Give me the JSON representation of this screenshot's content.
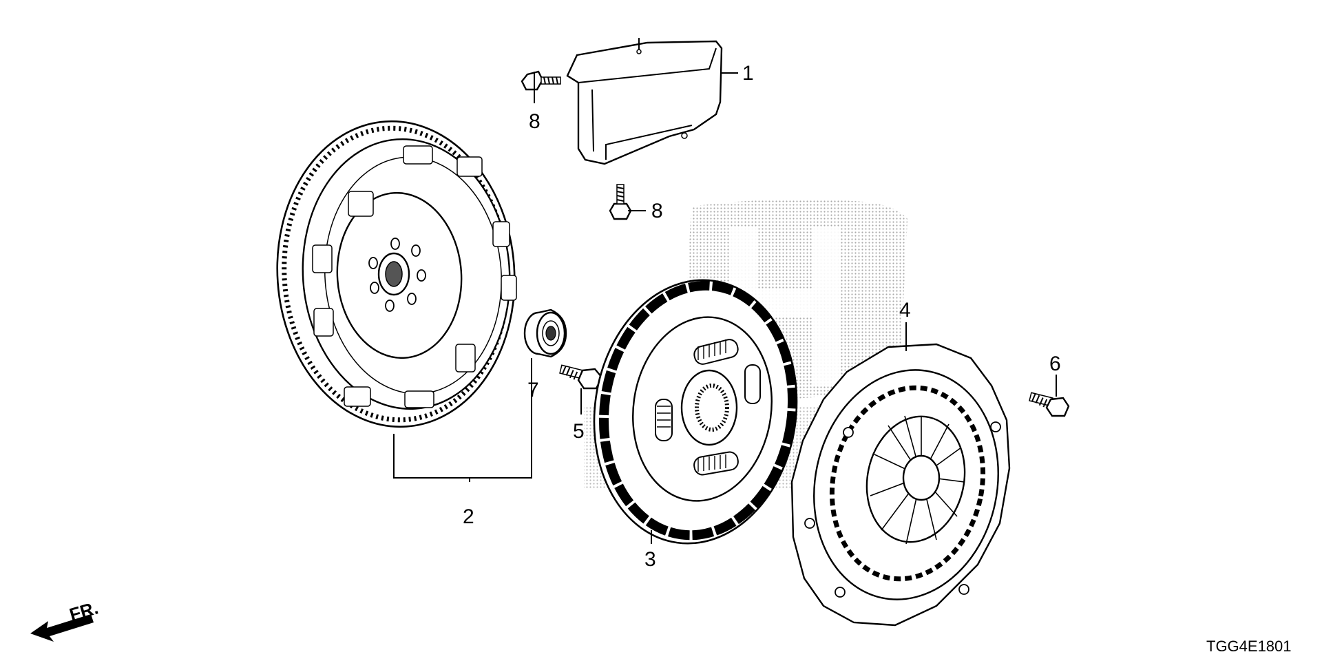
{
  "diagram_code": "TGG4E1801",
  "front_marker": "FR.",
  "watermark": "honda-logo",
  "callouts": {
    "c1": "1",
    "c2": "2",
    "c3": "3",
    "c4": "4",
    "c5": "5",
    "c6": "6",
    "c7": "7",
    "c8a": "8",
    "c8b": "8"
  },
  "parts": [
    {
      "ref": "1",
      "kind": "cover-plate"
    },
    {
      "ref": "2",
      "kind": "flywheel-assembly"
    },
    {
      "ref": "3",
      "kind": "clutch-disc"
    },
    {
      "ref": "4",
      "kind": "pressure-plate"
    },
    {
      "ref": "5",
      "kind": "bolt"
    },
    {
      "ref": "6",
      "kind": "bolt"
    },
    {
      "ref": "7",
      "kind": "pilot-bearing"
    },
    {
      "ref": "8",
      "kind": "flange-bolt"
    }
  ]
}
